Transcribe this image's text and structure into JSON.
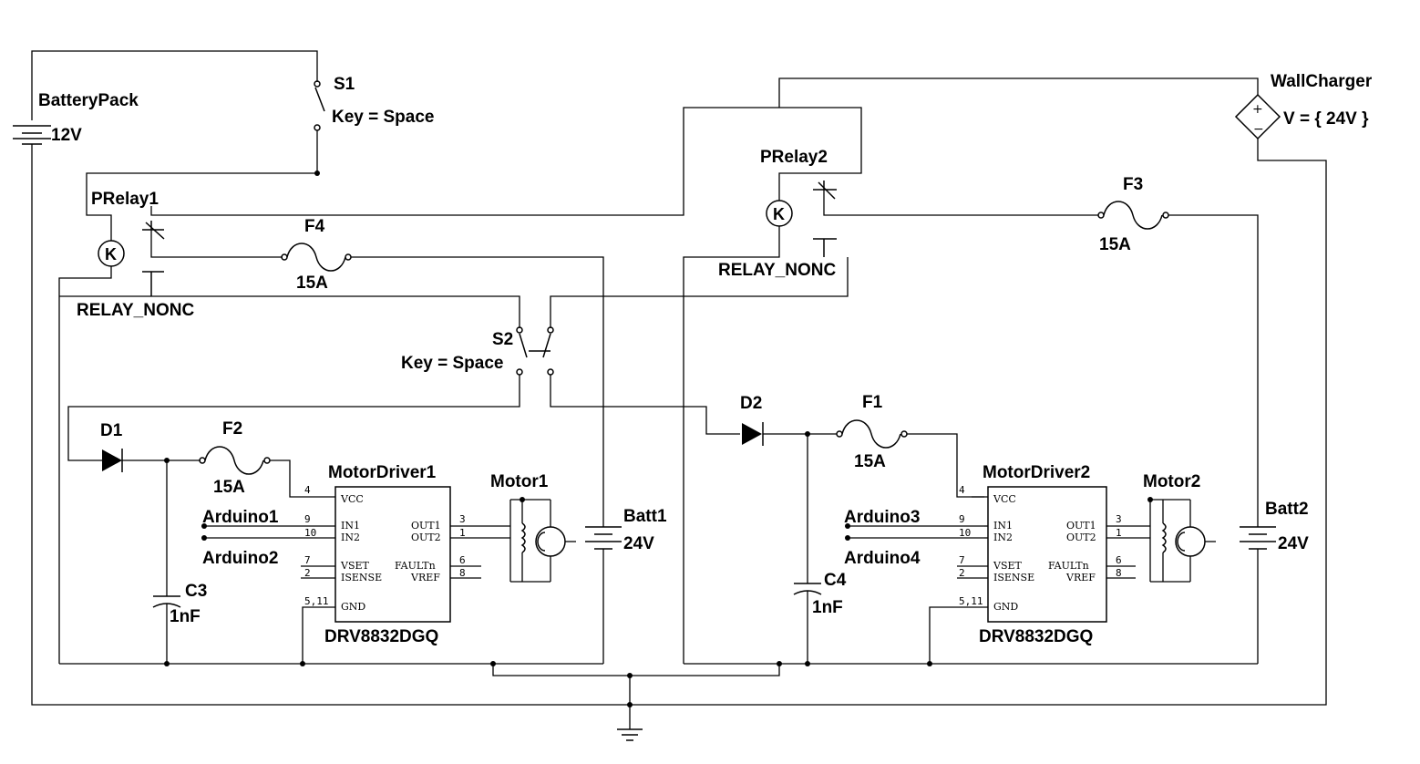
{
  "components": {
    "battery_pack": {
      "name": "BatteryPack",
      "value": "12V"
    },
    "s1": {
      "name": "S1",
      "key": "Key = Space"
    },
    "s2": {
      "name": "S2",
      "key": "Key = Space"
    },
    "wall_charger": {
      "name": "WallCharger",
      "value": "V = { 24V }"
    },
    "prelay1": {
      "name": "PRelay1",
      "type": "RELAY_NONC",
      "coil": "K"
    },
    "prelay2": {
      "name": "PRelay2",
      "type": "RELAY_NONC",
      "coil": "K"
    },
    "f1": {
      "name": "F1",
      "value": "15A"
    },
    "f2": {
      "name": "F2",
      "value": "15A"
    },
    "f3": {
      "name": "F3",
      "value": "15A"
    },
    "f4": {
      "name": "F4",
      "value": "15A"
    },
    "d1": {
      "name": "D1"
    },
    "d2": {
      "name": "D2"
    },
    "c3": {
      "name": "C3",
      "value": "1nF"
    },
    "c4": {
      "name": "C4",
      "value": "1nF"
    },
    "batt1": {
      "name": "Batt1",
      "value": "24V"
    },
    "batt2": {
      "name": "Batt2",
      "value": "24V"
    },
    "motor1": {
      "name": "Motor1"
    },
    "motor2": {
      "name": "Motor2"
    },
    "motor_driver1": {
      "name": "MotorDriver1",
      "part": "DRV8832DGQ"
    },
    "motor_driver2": {
      "name": "MotorDriver2",
      "part": "DRV8832DGQ"
    },
    "arduino1": "Arduino1",
    "arduino2": "Arduino2",
    "arduino3": "Arduino3",
    "arduino4": "Arduino4"
  },
  "driver_pins": {
    "vcc_num": "4",
    "vcc": "VCC",
    "in1_num": "9",
    "in1": "IN1",
    "in2_num": "10",
    "in2": "IN2",
    "vset_num": "7",
    "vset": "VSET",
    "isense_num": "2",
    "isense": "ISENSE",
    "gnd_num": "5,11",
    "gnd": "GND",
    "out1_num": "3",
    "out1": "OUT1",
    "out2_num": "1",
    "out2": "OUT2",
    "fault_num": "6",
    "fault": "FAULTn",
    "vref_num": "8",
    "vref": "VREF"
  }
}
